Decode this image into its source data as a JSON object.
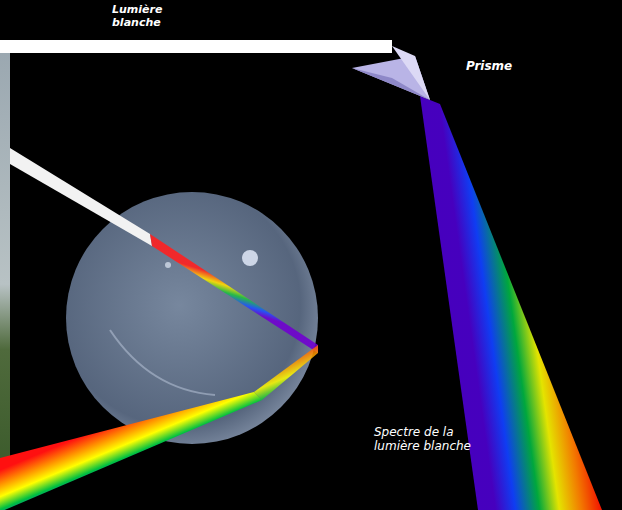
{
  "diagram": {
    "labels": [
      "Lumière blanche",
      "Prisme",
      "Spectre de la lumière blanche"
    ]
  }
}
